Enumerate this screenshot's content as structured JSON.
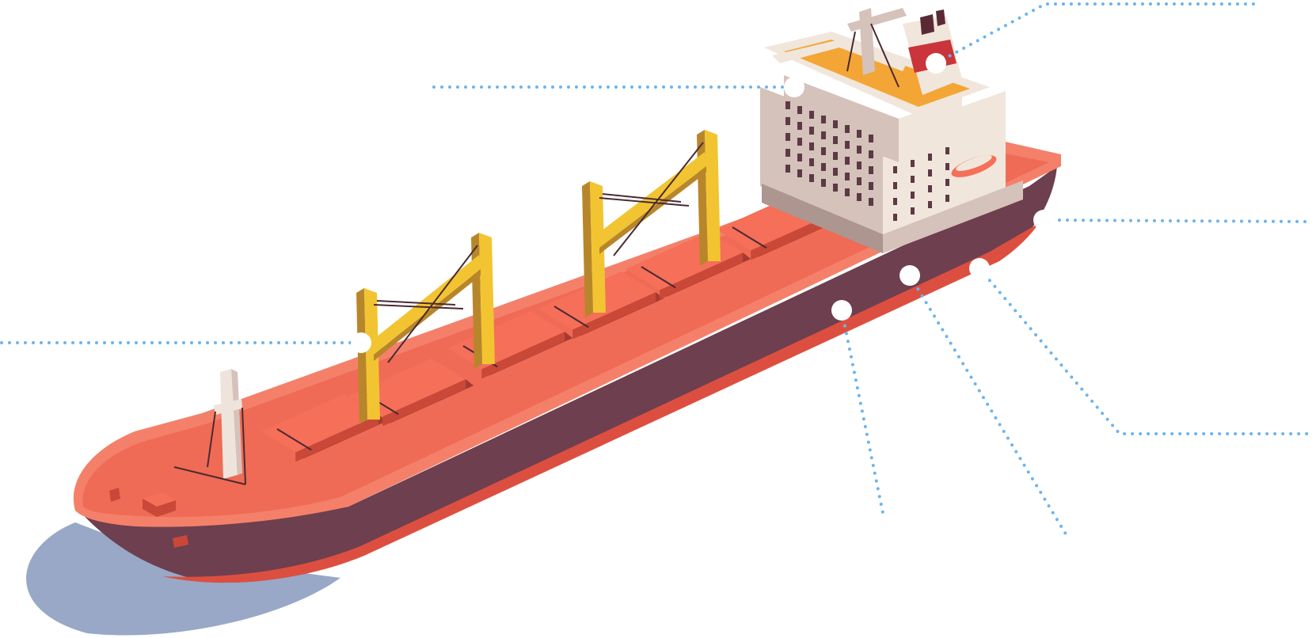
{
  "colors": {
    "background": "#ffffff",
    "leader_line": "#6cb4ee",
    "callout_dot": "#ffffff",
    "hull_side": "#6e3f4e",
    "hull_side_dark": "#5a3140",
    "hull_stripe": "#dc4f40",
    "deck": "#ef6b55",
    "deck_rim": "#f5806a",
    "hatch_top": "#f56f59",
    "hatch_side": "#c94838",
    "hatch_shadow": "#a33b30",
    "crane_face": "#f2c431",
    "crane_side": "#b8862a",
    "superstructure_light": "#f1e6dc",
    "superstructure_mid": "#d5c2bb",
    "superstructure_dark": "#ad9590",
    "window": "#5c3a44",
    "deck_top_orange": "#f3a635",
    "funnel_red": "#c9353a",
    "funnel_dark": "#5a2a34",
    "water_shadow": "#98a8c6",
    "mast_white": "#efe4dc",
    "rope": "#4a2a33"
  },
  "callouts": [
    {
      "name": "callout-bridge"
    },
    {
      "name": "callout-funnel"
    },
    {
      "name": "callout-stern"
    },
    {
      "name": "callout-hull-aft"
    },
    {
      "name": "callout-hull-mid"
    },
    {
      "name": "callout-hull-center"
    },
    {
      "name": "callout-crane"
    }
  ]
}
